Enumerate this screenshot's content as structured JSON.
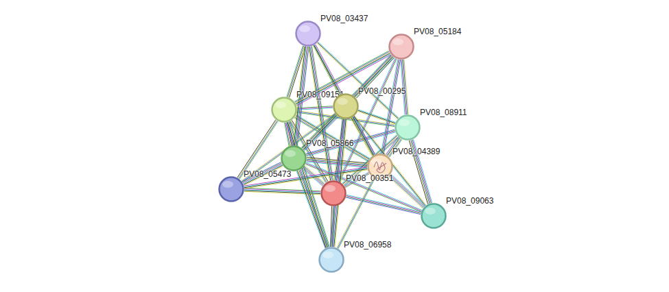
{
  "diagram": {
    "nodes": [
      {
        "text": [
          "PV08_03437"
        ]
      },
      {
        "text": [
          "PV08_05184"
        ]
      },
      {
        "text": [
          "PV08_09151"
        ]
      },
      {
        "text": [
          "PV08_00295"
        ]
      },
      {
        "text": [
          "PV08_08911"
        ]
      },
      {
        "text": [
          "PV08_05866"
        ]
      },
      {
        "text": [
          "PV08_04389"
        ]
      },
      {
        "text": [
          "PV08_05473"
        ]
      },
      {
        "text": [
          "PV08_00351"
        ]
      },
      {
        "text": [
          "PV08_09063"
        ]
      },
      {
        "text": [
          "PV08_06958"
        ]
      }
    ],
    "edges": [
      {
        "from": 2,
        "to": 3,
        "arrow": "none"
      },
      {
        "from": 2,
        "to": 5,
        "arrow": "none"
      },
      {
        "from": 2,
        "to": 6,
        "arrow": "none"
      },
      {
        "from": 2,
        "to": 8,
        "arrow": "none"
      },
      {
        "from": 2,
        "to": 4,
        "arrow": "none"
      },
      {
        "from": 3,
        "to": 5,
        "arrow": "none"
      },
      {
        "from": 3,
        "to": 6,
        "arrow": "none"
      },
      {
        "from": 3,
        "to": 8,
        "arrow": "none"
      },
      {
        "from": 3,
        "to": 4,
        "arrow": "none"
      },
      {
        "from": 5,
        "to": 6,
        "arrow": "none"
      },
      {
        "from": 5,
        "to": 8,
        "arrow": "none"
      },
      {
        "from": 5,
        "to": 4,
        "arrow": "none"
      },
      {
        "from": 6,
        "to": 8,
        "arrow": "none"
      },
      {
        "from": 6,
        "to": 4,
        "arrow": "none"
      },
      {
        "from": 8,
        "to": 4,
        "arrow": "none"
      },
      {
        "from": 0,
        "to": 2,
        "arrow": "none"
      },
      {
        "from": 0,
        "to": 3,
        "arrow": "none"
      },
      {
        "from": 0,
        "to": 5,
        "arrow": "none"
      },
      {
        "from": 0,
        "to": 8,
        "arrow": "none"
      },
      {
        "from": 0,
        "to": 6,
        "arrow": "none"
      },
      {
        "from": 0,
        "to": 4,
        "arrow": "none"
      },
      {
        "from": 1,
        "to": 3,
        "arrow": "none"
      },
      {
        "from": 1,
        "to": 4,
        "arrow": "none"
      },
      {
        "from": 1,
        "to": 6,
        "arrow": "none"
      },
      {
        "from": 1,
        "to": 8,
        "arrow": "none"
      },
      {
        "from": 1,
        "to": 2,
        "arrow": "none"
      },
      {
        "from": 1,
        "to": 5,
        "arrow": "none"
      },
      {
        "from": 7,
        "to": 2,
        "arrow": "none"
      },
      {
        "from": 7,
        "to": 3,
        "arrow": "none"
      },
      {
        "from": 7,
        "to": 5,
        "arrow": "none"
      },
      {
        "from": 7,
        "to": 8,
        "arrow": "none"
      },
      {
        "from": 7,
        "to": 6,
        "arrow": "none"
      },
      {
        "from": 9,
        "to": 3,
        "arrow": "none"
      },
      {
        "from": 9,
        "to": 4,
        "arrow": "none"
      },
      {
        "from": 9,
        "to": 6,
        "arrow": "none"
      },
      {
        "from": 9,
        "to": 8,
        "arrow": "none"
      },
      {
        "from": 9,
        "to": 5,
        "arrow": "none"
      },
      {
        "from": 10,
        "to": 2,
        "arrow": "none"
      },
      {
        "from": 10,
        "to": 5,
        "arrow": "none"
      },
      {
        "from": 10,
        "to": 8,
        "arrow": "none"
      },
      {
        "from": 10,
        "to": 6,
        "arrow": "none"
      },
      {
        "from": 10,
        "to": 3,
        "arrow": "none"
      }
    ]
  }
}
